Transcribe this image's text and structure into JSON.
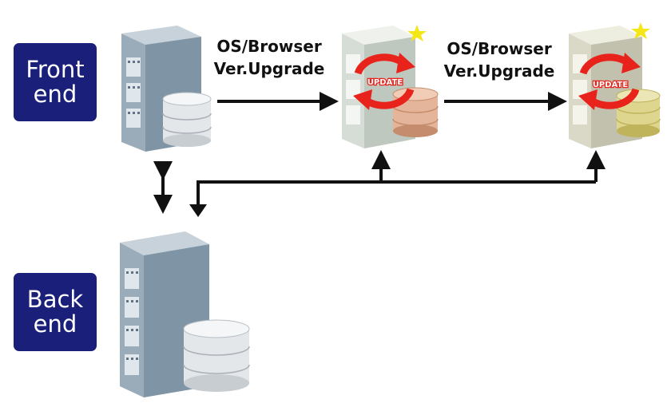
{
  "labels": {
    "frontend": [
      "Front",
      "end"
    ],
    "backend": [
      "Back",
      "end"
    ]
  },
  "steps": [
    {
      "line1": "OS/Browser",
      "line2": "Ver.Upgrade"
    },
    {
      "line1": "OS/Browser",
      "line2": "Ver.Upgrade"
    }
  ],
  "update_badges": [
    "UPDATE",
    "UPDATE"
  ],
  "colors": {
    "label_box": "#1a1f7a",
    "arrow": "#111111",
    "update_ring": "#e8231c",
    "server_front": "#8fa3b3",
    "server_new": "#e6ebe3",
    "star": "#f5e616"
  }
}
